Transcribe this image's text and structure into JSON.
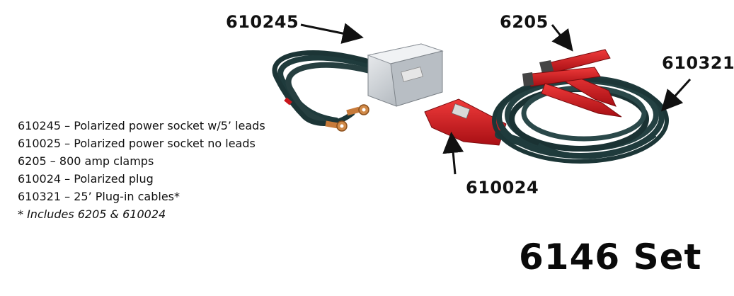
{
  "callouts": {
    "socket_with_leads": "610245",
    "clamps": "6205",
    "plugin_cables": "610321",
    "plug": "610024"
  },
  "legend": {
    "lines": [
      "610245 – Polarized power socket w/5’ leads",
      "610025 – Polarized power socket no leads",
      "6205 – 800 amp clamps",
      "610024 – Polarized plug",
      "610321 – 25’ Plug-in cables*"
    ],
    "note": "* Includes 6205 & 610024"
  },
  "set_title": "6146 Set",
  "colors": {
    "cable": "#1f3b3c",
    "cable_highlight": "#3f6263",
    "clamp_red": "#c8151b",
    "socket_metal": "#c9cdd2",
    "copper": "#c77a3a"
  }
}
